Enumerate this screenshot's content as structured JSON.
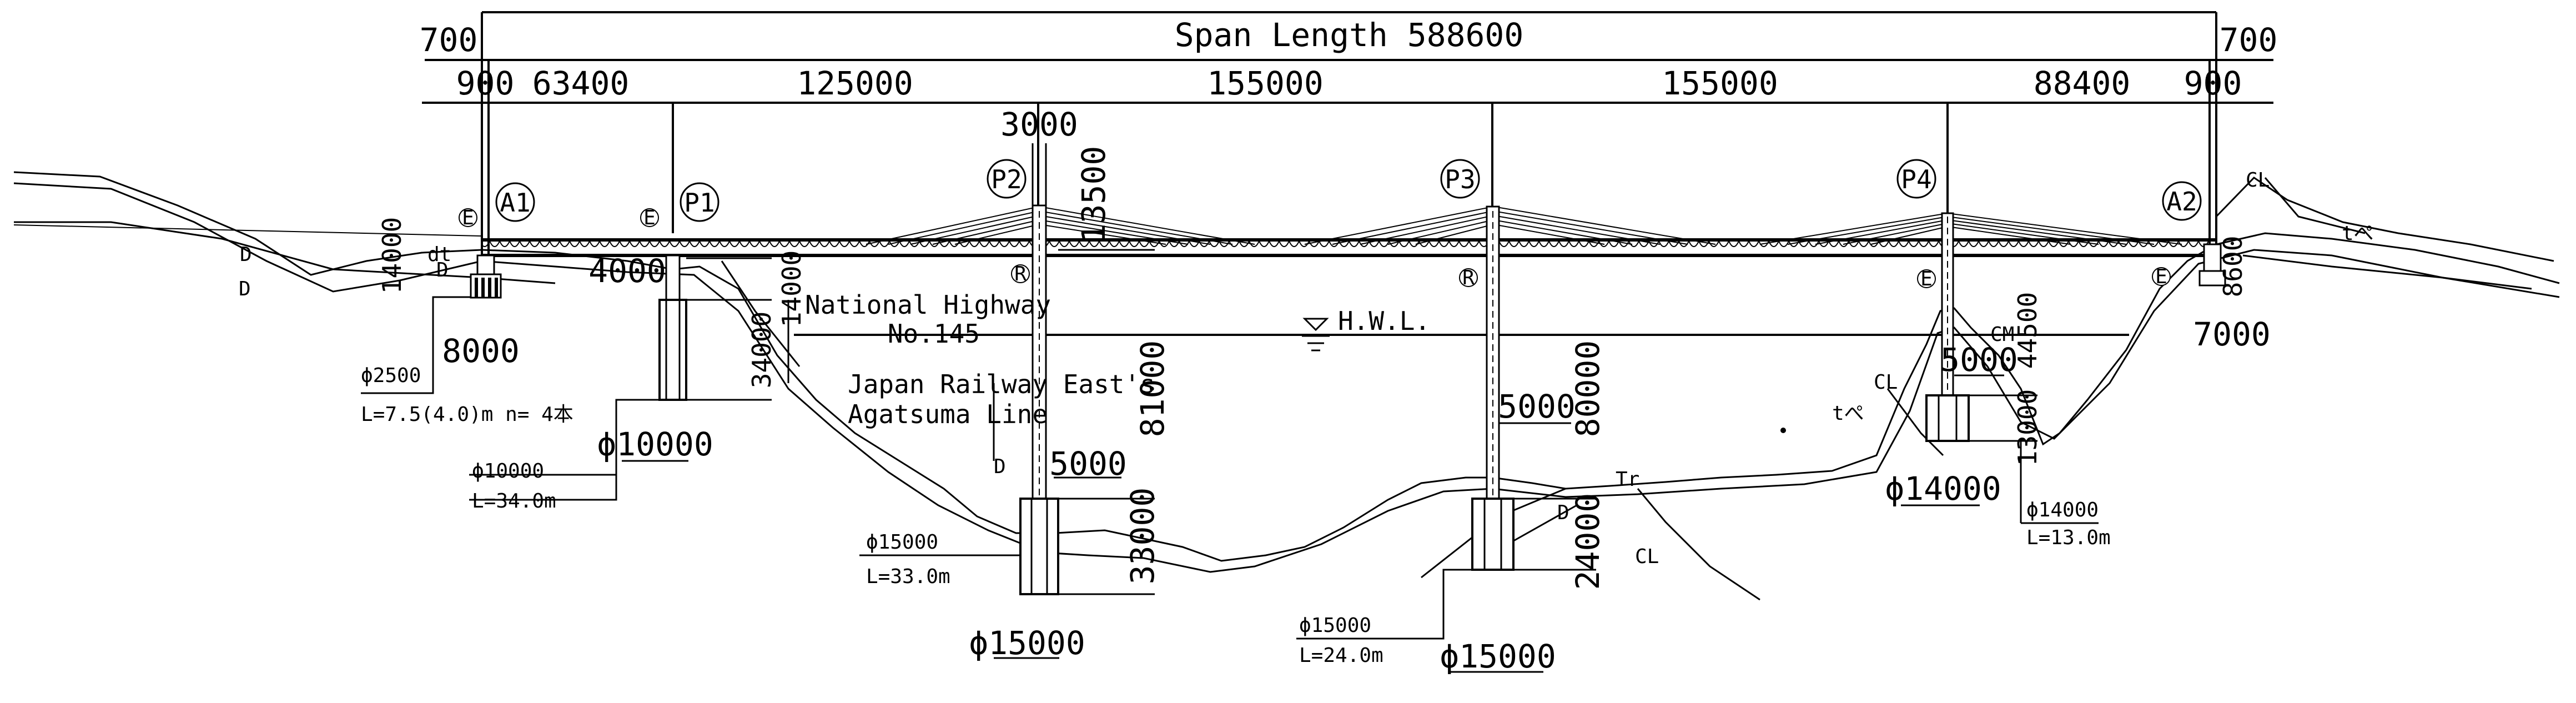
{
  "span_total": "Span Length 588600",
  "edge_left": "700",
  "edge_right": "700",
  "spans": {
    "s0": "900",
    "s1": "63400",
    "s2": "125000",
    "s3": "155000",
    "s4": "155000",
    "s5": "88400",
    "s6": "900"
  },
  "supports": [
    "A1",
    "P1",
    "P2",
    "P3",
    "P4",
    "A2"
  ],
  "markers": {
    "E": "E",
    "R": "R"
  },
  "tower": {
    "top_width": "3000",
    "top_height": "13500"
  },
  "labels": {
    "highway_line1": "National Highway",
    "highway_line2": "No.145",
    "railway_line1": "Japan Railway East's",
    "railway_line2": "Agatsuma Line",
    "hwl": "H.W.L."
  },
  "dims": {
    "a1_height": "14000",
    "a1_width": "8000",
    "p1_offset": "4000",
    "p1_depth1": "14000",
    "p1_depth2": "34000",
    "p2_height": "81000",
    "p2_footing": "5000",
    "p2_caisson": "33000",
    "p3_height": "80000",
    "p3_footing": "5000",
    "p3_caisson": "24000",
    "p4_height": "44500",
    "p4_footing": "5000",
    "p4_caisson": "13000",
    "a2_height": "8600",
    "a2_width": "7000"
  },
  "foundations": {
    "a1_pile": "ϕ2500",
    "a1_spec": "L=7.5(4.0)m n= 4本",
    "p1_dia": "ϕ10000",
    "p1_dia_note": "ϕ10000",
    "p1_len": "L=34.0m",
    "p2_dia": "ϕ15000",
    "p2_dia_note": "ϕ15000",
    "p2_len": "L=33.0m",
    "p3_dia": "ϕ15000",
    "p3_dia_note": "ϕ15000",
    "p3_len": "L=24.0m",
    "p4_dia": "ϕ14000",
    "p4_dia_note": "ϕ14000",
    "p4_len": "L=13.0m"
  },
  "geo": {
    "d": "D",
    "dt": "dt",
    "cl": "CL",
    "cm": "CM",
    "tr": "Tr",
    "te": "tぺ"
  }
}
